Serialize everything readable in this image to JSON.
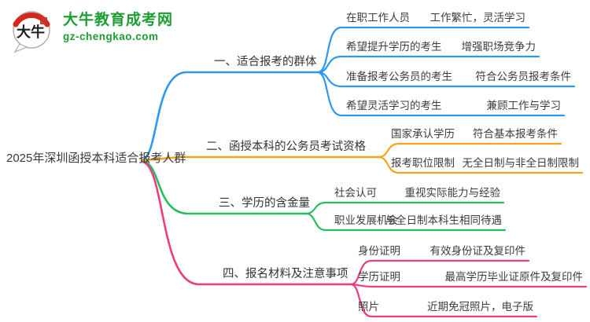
{
  "logo": {
    "icon_text": "大牛",
    "site_name": "大牛教育成考网",
    "site_url": "gz-chengkao.com",
    "brand_green": "#1d9e33",
    "brand_red": "#d5281f"
  },
  "root": {
    "label": "2025年深圳函授本科适合报考人群"
  },
  "branches": [
    {
      "title": "一、适合报考的群体",
      "color": "#2e97f0",
      "children": [
        {
          "label": "在职工作人员",
          "detail": "工作繁忙，灵活学习"
        },
        {
          "label": "希望提升学历的考生",
          "detail": "增强职场竞争力"
        },
        {
          "label": "准备报考公务员的考生",
          "detail": "符合公务员报考条件"
        },
        {
          "label": "希望灵活学习的考生",
          "detail": "兼顾工作与学习"
        }
      ]
    },
    {
      "title": "二、函授本科的公务员考试资格",
      "color": "#f6a21d",
      "children": [
        {
          "label": "国家承认学历",
          "detail": "符合基本报考条件"
        },
        {
          "label": "报考职位限制",
          "detail": "无全日制与非全日制限制"
        }
      ]
    },
    {
      "title": "三、学历的含金量",
      "color": "#27bd62",
      "children": [
        {
          "label": "社会认可",
          "detail": "重视实际能力与经验"
        },
        {
          "label": "职业发展机会",
          "detail": "与全日制本科生相同待遇"
        }
      ]
    },
    {
      "title": "四、报名材料及注意事项",
      "color": "#ee3d7f",
      "children": [
        {
          "label": "身份证明",
          "detail": "有效身份证及复印件"
        },
        {
          "label": "学历证明",
          "detail": "最高学历毕业证原件及复印件"
        },
        {
          "label": "照片",
          "detail": "近期免冠照片，电子版"
        }
      ]
    }
  ]
}
